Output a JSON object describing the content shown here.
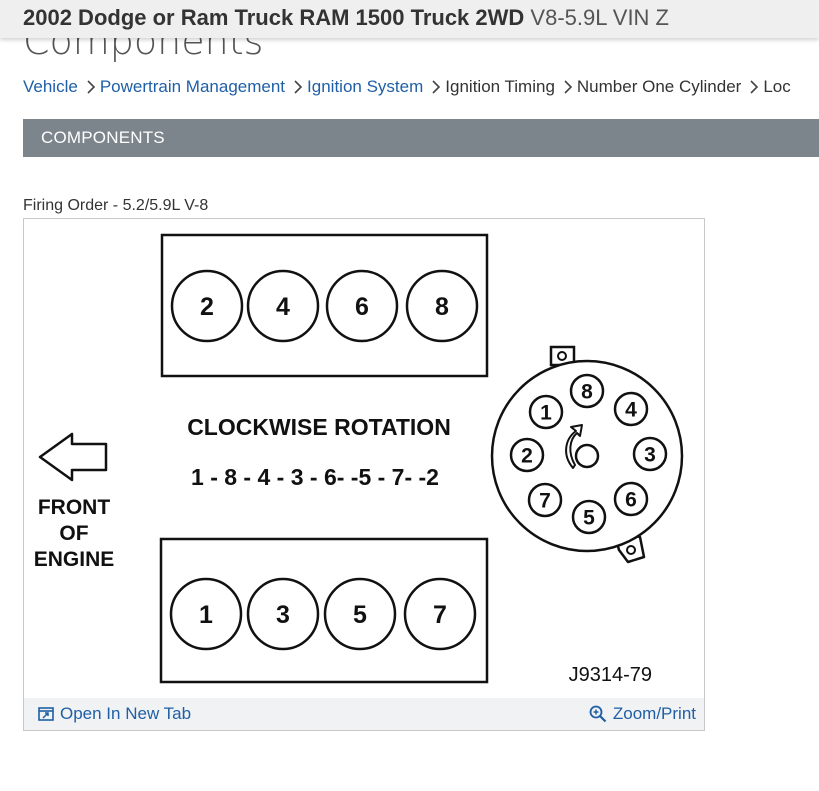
{
  "vehicle": {
    "title_bold": "2002 Dodge or Ram Truck RAM 1500 Truck 2WD",
    "title_rest": "V8-5.9L VIN Z"
  },
  "page_heading": "Components",
  "breadcrumb": [
    {
      "label": "Vehicle",
      "link": true
    },
    {
      "label": "Powertrain Management",
      "link": true
    },
    {
      "label": "Ignition System",
      "link": true
    },
    {
      "label": "Ignition Timing",
      "link": false
    },
    {
      "label": "Number One Cylinder",
      "link": false
    },
    {
      "label": "Loc",
      "link": false
    }
  ],
  "section_title": "COMPONENTS",
  "figure": {
    "caption": "Firing Order - 5.2/5.9L V-8",
    "rotation_label": "CLOCKWISE ROTATION",
    "firing_order_text": "1 - 8 - 4 - 3 - 6- -5 - 7- -2",
    "front_label": [
      "FRONT",
      "OF",
      "ENGINE"
    ],
    "top_bank": [
      "2",
      "4",
      "6",
      "8"
    ],
    "bottom_bank": [
      "1",
      "3",
      "5",
      "7"
    ],
    "distributor_terminals": [
      "8",
      "4",
      "3",
      "6",
      "5",
      "7",
      "2",
      "1"
    ],
    "figure_code": "J9314-79",
    "open_tab_label": "Open In New Tab",
    "zoom_label": "Zoom/Print",
    "icons": [
      "open-in-new-tab-icon",
      "zoom-icon",
      "arrow-left-icon",
      "rotation-arrow-icon"
    ]
  },
  "colors": {
    "link": "#1f5fa5",
    "section_bar": "#7c848c",
    "vehicle_bar": "#efefef"
  }
}
